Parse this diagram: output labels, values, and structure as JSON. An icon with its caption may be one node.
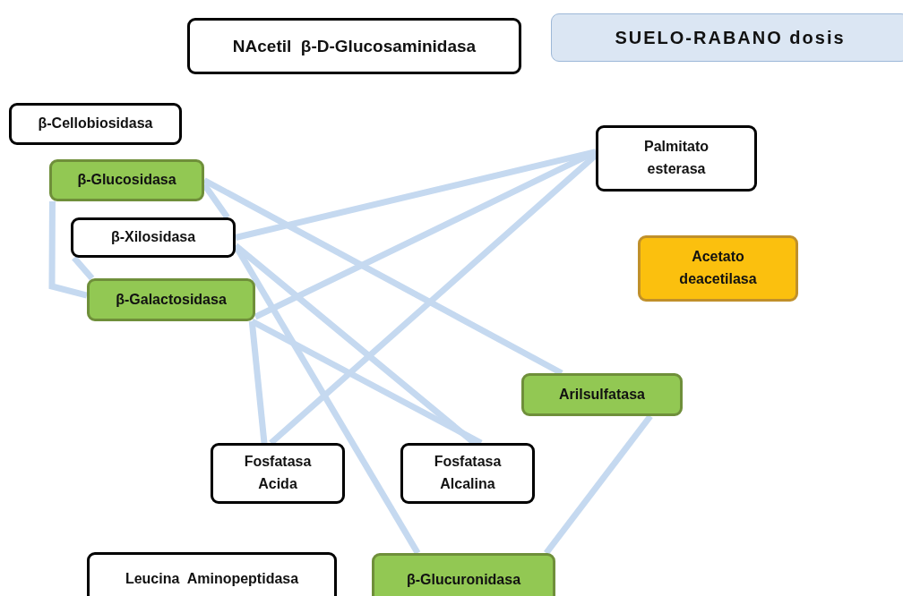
{
  "diagram": {
    "nodes": [
      {
        "text": [
          "NAcetil  β-D-Glucosaminidasa"
        ]
      },
      {
        "text": [
          "SUELO-RABANO dosis"
        ]
      },
      {
        "text": [
          "β-Cellobiosidasa"
        ]
      },
      {
        "text": [
          "β-Glucosidasa"
        ]
      },
      {
        "text": [
          "β-Xilosidasa"
        ]
      },
      {
        "text": [
          "β-Galactosidasa"
        ]
      },
      {
        "text": [
          "Palmitato esterasa"
        ]
      },
      {
        "text": [
          "Acetato deacetilasa"
        ]
      },
      {
        "text": [
          "Arilsulfatasa"
        ]
      },
      {
        "text": [
          "Fosfatasa Acida"
        ]
      },
      {
        "text": [
          "Fosfatasa Alcalina"
        ]
      },
      {
        "text": [
          "Leucina  Aminopeptidasa"
        ]
      },
      {
        "text": [
          "β-Glucuronidasa"
        ]
      }
    ],
    "edges": [
      {
        "from": 3,
        "to": 8,
        "arrow": "none"
      },
      {
        "from": 3,
        "to": 4,
        "arrow": "none"
      },
      {
        "from": 3,
        "to": 5,
        "arrow": "none"
      },
      {
        "from": 4,
        "to": 5,
        "arrow": "none"
      },
      {
        "from": 4,
        "to": 6,
        "arrow": "none"
      },
      {
        "from": 4,
        "to": 12,
        "arrow": "none"
      },
      {
        "from": 4,
        "to": 10,
        "arrow": "none"
      },
      {
        "from": 5,
        "to": 6,
        "arrow": "none"
      },
      {
        "from": 5,
        "to": 9,
        "arrow": "none"
      },
      {
        "from": 5,
        "to": 10,
        "arrow": "none"
      },
      {
        "from": 6,
        "to": 9,
        "arrow": "none"
      },
      {
        "from": 8,
        "to": 12,
        "arrow": "none"
      }
    ]
  }
}
